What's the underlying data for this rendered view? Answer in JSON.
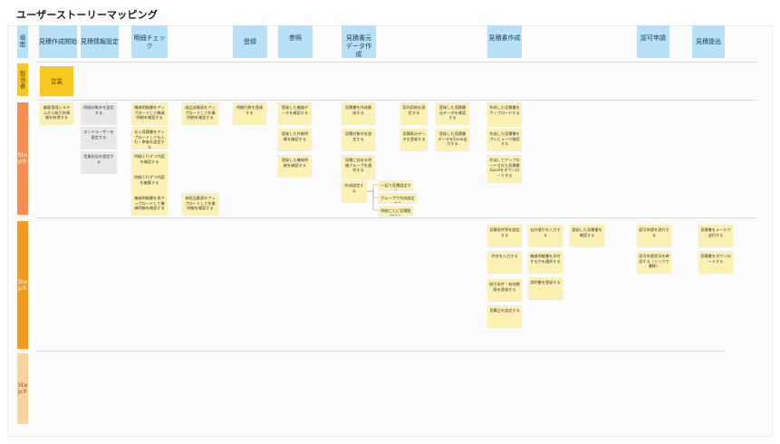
{
  "title": "ユーザーストーリーマッピング",
  "colors": {
    "header_blue": "#b8e0f7",
    "role_orange": "#f9c81e",
    "step1": "#fb8c50",
    "step2": "#f59a1a",
    "step3": "#fbd49c",
    "sticky": "#fdf0b3",
    "sticky_gray": "#e8e8e8"
  },
  "side": {
    "header": "場面",
    "role": "担当者",
    "step1": "Step①",
    "step2": "Step②",
    "step3": "Step③"
  },
  "activities": [
    "見積作成開始",
    "見積情報設定",
    "明細チェック",
    "登録",
    "参照",
    "見積書元データ作成",
    "見積書作成",
    "認可申請",
    "見積提出"
  ],
  "role": "営業",
  "step1_cards": [
    "顧客管理システムから取引先情報を取得する",
    "明細対象外を設定する",
    "エンドユーザーを設定する",
    "営業担当を設定する",
    "機械明細書をアップロードして機械明細を確認する",
    "仕入見積書をアップロードして仕入れ・単価を設定する",
    "明細１行ずつ内容を確認する",
    "明細１行ずつ内容を編集する",
    "機械明細書を再アップロードして機械明細を確認する",
    "部品詳細表をアップロードして作業明細を確認する",
    "参照品番表をアップロードして作業明細を確認する",
    "明細行数を登録する",
    "登録した機器データを確認する",
    "登録した作業明細を確認する",
    "登録した機械明細を確認する",
    "見積書を作成開始する",
    "見積対象外を設定する",
    "見積に含める明細グループを選択する",
    "作成設定する",
    "一括で見積設定する",
    "グループで作成設定する",
    "明細ごとに見積設定する",
    "案内用紙を設定する",
    "見積表示データを登録する",
    "登録した見積書元データを確認する",
    "登録した見積書データをExcel出力する",
    "作成した見積書をアップロードする",
    "作成した見積書をプレビューで確認する",
    "作成してアップロードされた見積書Excelをダウンロードする"
  ],
  "step2_cards": [
    "見積条件等を設定する",
    "件名を入力する",
    "取引条件・有効期限を登録する",
    "見積日を設定する",
    "社外値引を入力する",
    "機器明細書を添付するかを選択する",
    "説明書を登録する",
    "登録した見積書を確認する",
    "認可申請を実行する",
    "認可申請状況を確認する（リンクで遷移）",
    "見積書をメールで送付する",
    "見積書をダウンロードする"
  ]
}
